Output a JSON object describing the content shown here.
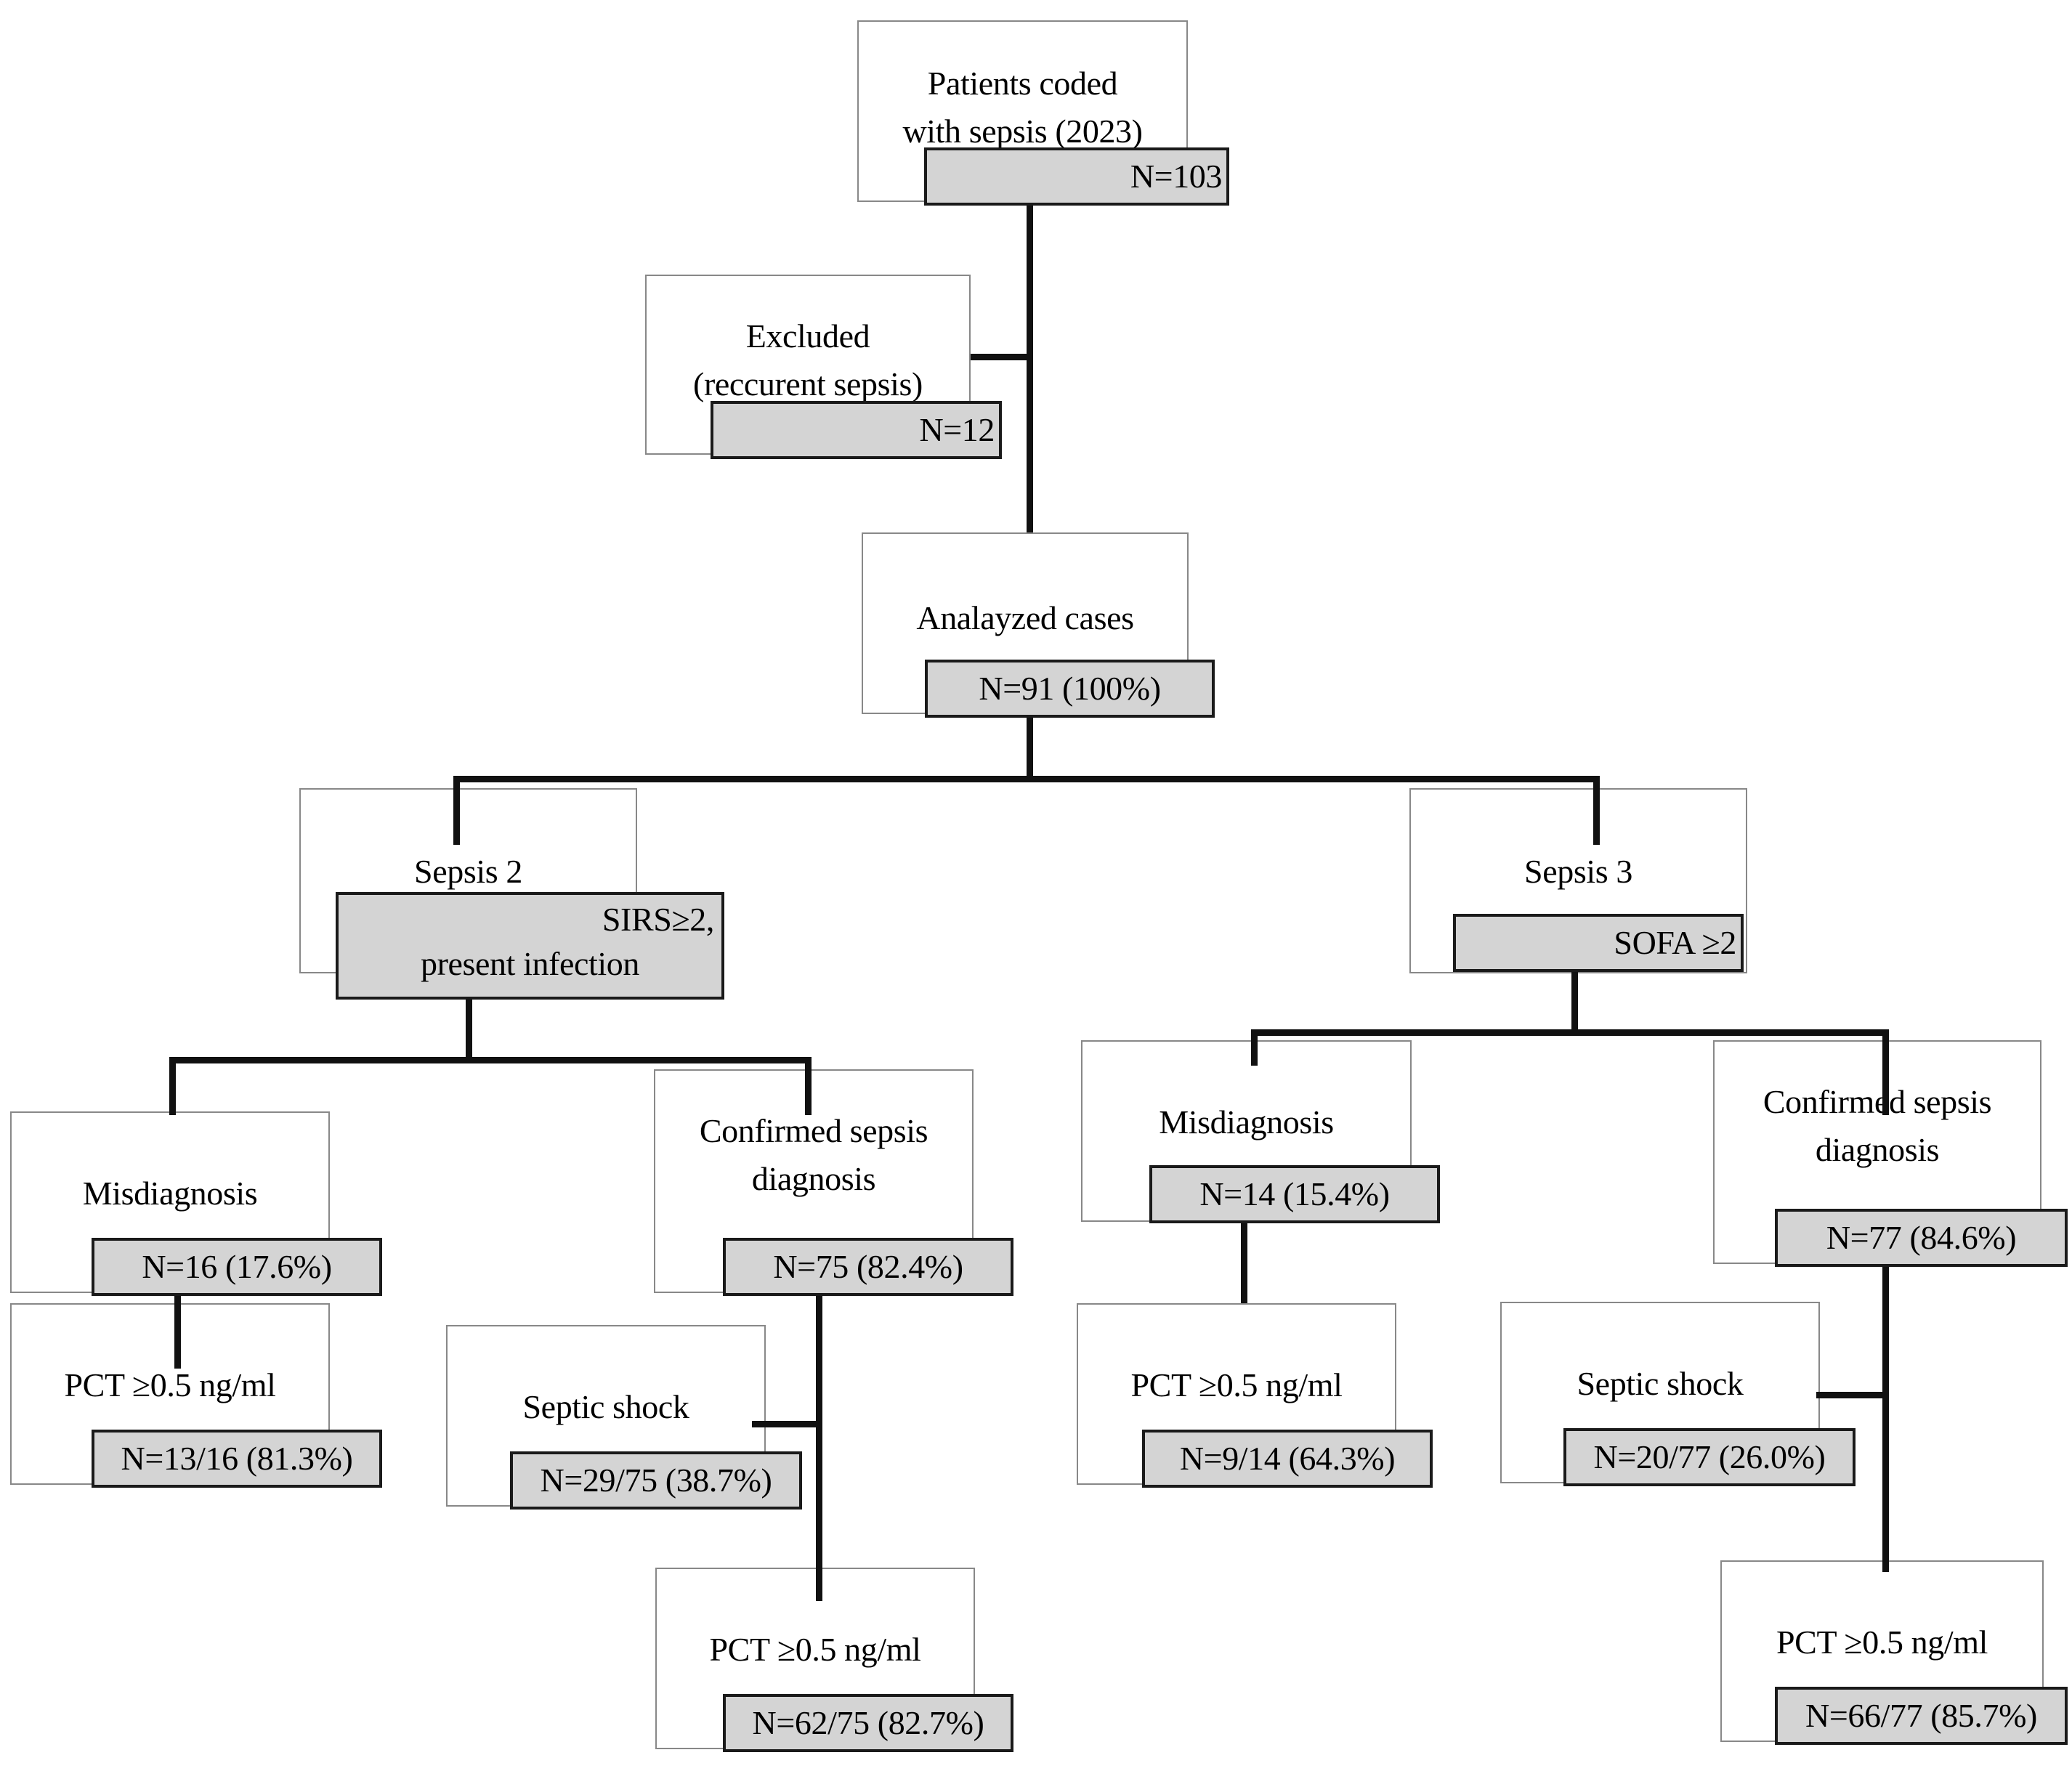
{
  "diagram": {
    "title": "Sepsis case selection and diagnostic classification flowchart",
    "nodes": {
      "coded": {
        "line1": "Patients coded",
        "line2": "with sepsis (2023)",
        "value": "N=103"
      },
      "excluded": {
        "line1": "Excluded",
        "line2": "(reccurent sepsis)",
        "value": "N=12"
      },
      "analyzed": {
        "line1": "Analayzed cases",
        "value": "N=91 (100%)"
      },
      "sepsis2": {
        "line1": "Sepsis 2",
        "value_line1": "SIRS≥2,",
        "value_line2": "present infection"
      },
      "sepsis3": {
        "line1": "Sepsis 3",
        "value": "SOFA ≥2"
      },
      "s2_misdiagnosis": {
        "line1": "Misdiagnosis",
        "value": "N=16 (17.6%)"
      },
      "s2_confirmed": {
        "line1": "Confirmed sepsis",
        "line2": "diagnosis",
        "value": "N=75 (82.4%)"
      },
      "s2_mis_pct": {
        "line1": "PCT ≥0.5 ng/ml",
        "value": "N=13/16 (81.3%)"
      },
      "s2_septic_shock": {
        "line1": "Septic shock",
        "value": "N=29/75 (38.7%)"
      },
      "s2_conf_pct": {
        "line1": "PCT ≥0.5 ng/ml",
        "value": "N=62/75 (82.7%)"
      },
      "s3_misdiagnosis": {
        "line1": "Misdiagnosis",
        "value": "N=14 (15.4%)"
      },
      "s3_confirmed": {
        "line1": "Confirmed sepsis",
        "line2": "diagnosis",
        "value": "N=77 (84.6%)"
      },
      "s3_mis_pct": {
        "line1": "PCT ≥0.5 ng/ml",
        "value": "N=9/14 (64.3%)"
      },
      "s3_septic_shock": {
        "line1": "Septic shock",
        "value": "N=20/77 (26.0%)"
      },
      "s3_conf_pct": {
        "line1": "PCT ≥0.5 ng/ml",
        "value": "N=66/77 (85.7%)"
      }
    },
    "colors": {
      "plate_fill": "#d4d4d4",
      "plate_border": "#1a1a1a",
      "node_border": "#888888",
      "connector": "#111111",
      "background": "#ffffff",
      "text": "#000000"
    }
  },
  "chart_data": {
    "type": "table",
    "title": "Sepsis case selection and diagnostic classification flowchart",
    "categories": [
      "Patients coded with sepsis (2023)",
      "Excluded (reccurent sepsis)",
      "Analayzed cases",
      "Sepsis 2 (SIRS≥2, present infection)",
      "Sepsis 2 – Misdiagnosis",
      "Sepsis 2 – Misdiagnosis – PCT ≥0.5 ng/ml",
      "Sepsis 2 – Confirmed sepsis diagnosis",
      "Sepsis 2 – Confirmed – Septic shock",
      "Sepsis 2 – Confirmed – PCT ≥0.5 ng/ml",
      "Sepsis 3 (SOFA ≥2)",
      "Sepsis 3 – Misdiagnosis",
      "Sepsis 3 – Misdiagnosis – PCT ≥0.5 ng/ml",
      "Sepsis 3 – Confirmed sepsis diagnosis",
      "Sepsis 3 – Confirmed – Septic shock",
      "Sepsis 3 – Confirmed – PCT ≥0.5 ng/ml"
    ],
    "values": [
      103,
      12,
      91,
      91,
      16,
      13,
      75,
      29,
      62,
      91,
      14,
      9,
      77,
      20,
      66
    ],
    "labels": [
      "N=103",
      "N=12",
      "N=91 (100%)",
      "SIRS≥2, present infection",
      "N=16 (17.6%)",
      "N=13/16 (81.3%)",
      "N=75 (82.4%)",
      "N=29/75 (38.7%)",
      "N=62/75 (82.7%)",
      "SOFA ≥2",
      "N=14 (15.4%)",
      "N=9/14 (64.3%)",
      "N=77 (84.6%)",
      "N=20/77 (26.0%)",
      "N=66/77 (85.7%)"
    ],
    "percentages": [
      null,
      null,
      100.0,
      null,
      17.6,
      81.3,
      82.4,
      38.7,
      82.7,
      null,
      15.4,
      64.3,
      84.6,
      26.0,
      85.7
    ],
    "xlabel": "",
    "ylabel": ""
  }
}
